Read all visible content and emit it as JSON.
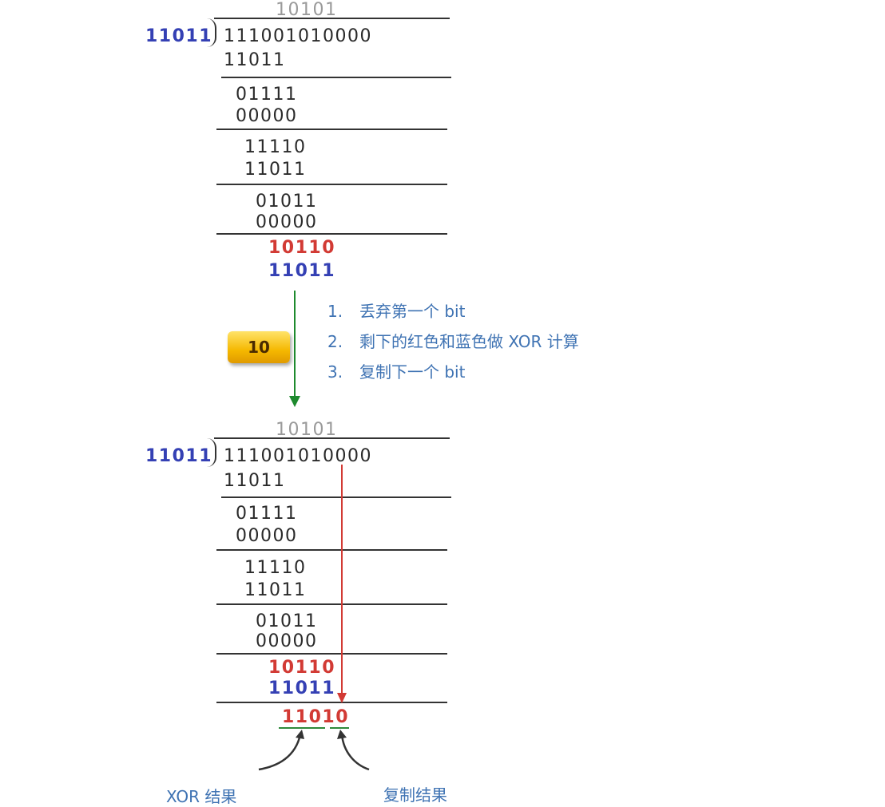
{
  "diagram_top": {
    "quotient": "10101",
    "divisor": "11011",
    "dividend": "111001010000",
    "rows": [
      {
        "a": "11011"
      },
      {
        "a": "01111",
        "b": "00000"
      },
      {
        "a": "11110",
        "b": "11011"
      },
      {
        "a": "01011",
        "b": "00000"
      },
      {
        "a": "10110",
        "b": "11011"
      }
    ]
  },
  "badge": {
    "value": "10"
  },
  "steps": [
    {
      "n": "1.",
      "text": "丢弃第一个 bit"
    },
    {
      "n": "2.",
      "text": "剩下的红色和蓝色做 XOR 计算"
    },
    {
      "n": "3.",
      "text": "复制下一个 bit"
    }
  ],
  "diagram_bottom": {
    "quotient": "10101",
    "divisor": "11011",
    "dividend": "111001010000",
    "rows": [
      {
        "a": "11011"
      },
      {
        "a": "01111",
        "b": "00000"
      },
      {
        "a": "11110",
        "b": "11011"
      },
      {
        "a": "01011",
        "b": "00000"
      },
      {
        "a": "10110",
        "b": "11011"
      }
    ],
    "result_xor": "1101",
    "result_copy": "0"
  },
  "labels": {
    "xor_result": "XOR 结果",
    "copy_result": "复制结果"
  },
  "colors": {
    "red": "#d23a34",
    "blue": "#3440b4",
    "green_arrow": "#1e8a2e",
    "step_text": "#3f73b3",
    "badge": "#f5b800"
  }
}
